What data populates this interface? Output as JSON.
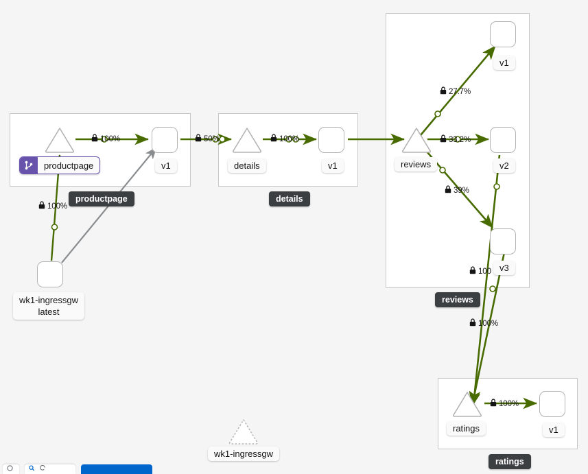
{
  "app": {
    "view": "service-mesh-traffic-graph",
    "background_color": "#f5f5f5",
    "edge_color_healthy": "#486b00",
    "edge_color_idle": "#8a8d90",
    "badge_color": "#6753ac",
    "group_label_color": "#3c3f42"
  },
  "groups": [
    {
      "id": "productpage",
      "label": "productpage"
    },
    {
      "id": "details",
      "label": "details"
    },
    {
      "id": "reviews",
      "label": "reviews"
    },
    {
      "id": "ratings",
      "label": "ratings"
    }
  ],
  "nodes": [
    {
      "id": "pp-svc",
      "label": "productpage",
      "type": "service",
      "badge": "virtual-service"
    },
    {
      "id": "pp-v1",
      "label": "v1",
      "type": "workload"
    },
    {
      "id": "det-svc",
      "label": "details",
      "type": "service"
    },
    {
      "id": "det-v1",
      "label": "v1",
      "type": "workload"
    },
    {
      "id": "rev-svc",
      "label": "reviews",
      "type": "service"
    },
    {
      "id": "rev-v1",
      "label": "v1",
      "type": "workload"
    },
    {
      "id": "rev-v2",
      "label": "v2",
      "type": "workload"
    },
    {
      "id": "rev-v3",
      "label": "v3",
      "type": "workload"
    },
    {
      "id": "rat-svc",
      "label": "ratings",
      "type": "service"
    },
    {
      "id": "rat-v1",
      "label": "v1",
      "type": "workload"
    },
    {
      "id": "ingress-wl",
      "label": "wk1-ingressgw\nlatest",
      "label_line1": "wk1-ingressgw",
      "label_line2": "latest",
      "type": "workload"
    },
    {
      "id": "ingress-out",
      "label": "wk1-ingressgw",
      "type": "service-outside"
    }
  ],
  "edges": [
    {
      "id": "e-ingress-pp",
      "from": "ingress-wl",
      "to": "pp-svc",
      "pct": "100%",
      "mtls": true,
      "status": "healthy"
    },
    {
      "id": "e-ingress-ppv1",
      "from": "ingress-wl",
      "to": "pp-v1",
      "pct": "",
      "mtls": false,
      "status": "idle"
    },
    {
      "id": "e-pp-ppv1",
      "from": "pp-svc",
      "to": "pp-v1",
      "pct": "100%",
      "mtls": true,
      "status": "healthy"
    },
    {
      "id": "e-ppv1-det",
      "from": "pp-v1",
      "to": "det-svc",
      "pct": "50%",
      "mtls": true,
      "status": "healthy"
    },
    {
      "id": "e-det-detv1",
      "from": "det-svc",
      "to": "det-v1",
      "pct": "100%",
      "mtls": true,
      "status": "healthy"
    },
    {
      "id": "e-detv1-rev",
      "from": "det-v1",
      "to": "rev-svc",
      "pct": "",
      "mtls": false,
      "status": "healthy"
    },
    {
      "id": "e-rev-revv1",
      "from": "rev-svc",
      "to": "rev-v1",
      "pct": "27.7%",
      "mtls": true,
      "status": "healthy"
    },
    {
      "id": "e-rev-revv2",
      "from": "rev-svc",
      "to": "rev-v2",
      "pct": "33.2%",
      "mtls": true,
      "status": "healthy"
    },
    {
      "id": "e-rev-revv3",
      "from": "rev-svc",
      "to": "rev-v3",
      "pct": "39%",
      "mtls": true,
      "status": "healthy"
    },
    {
      "id": "e-revv2-rat",
      "from": "rev-v2",
      "to": "rat-svc",
      "pct": "100",
      "mtls": true,
      "status": "healthy"
    },
    {
      "id": "e-revv3-rat",
      "from": "rev-v3",
      "to": "rat-svc",
      "pct": "100%",
      "mtls": true,
      "status": "healthy"
    },
    {
      "id": "e-rat-ratv1",
      "from": "rat-svc",
      "to": "rat-v1",
      "pct": "100%",
      "mtls": true,
      "status": "healthy"
    }
  ],
  "edge_labels": {
    "pp_to_ppv1": "100%",
    "ingress_to_pp": "100%",
    "ppv1_to_details": "50%",
    "details_to_detv1": "100%",
    "rev_to_v1": "27.7%",
    "rev_to_v2": "33.2%",
    "rev_to_v3": "39%",
    "revv2_to_ratings": "100",
    "revv3_to_ratings": "100%",
    "ratings_to_ratv1": "100%"
  },
  "bottom_bar": {
    "legend_chip": "",
    "zoom_chip": "",
    "primary_button": ""
  }
}
